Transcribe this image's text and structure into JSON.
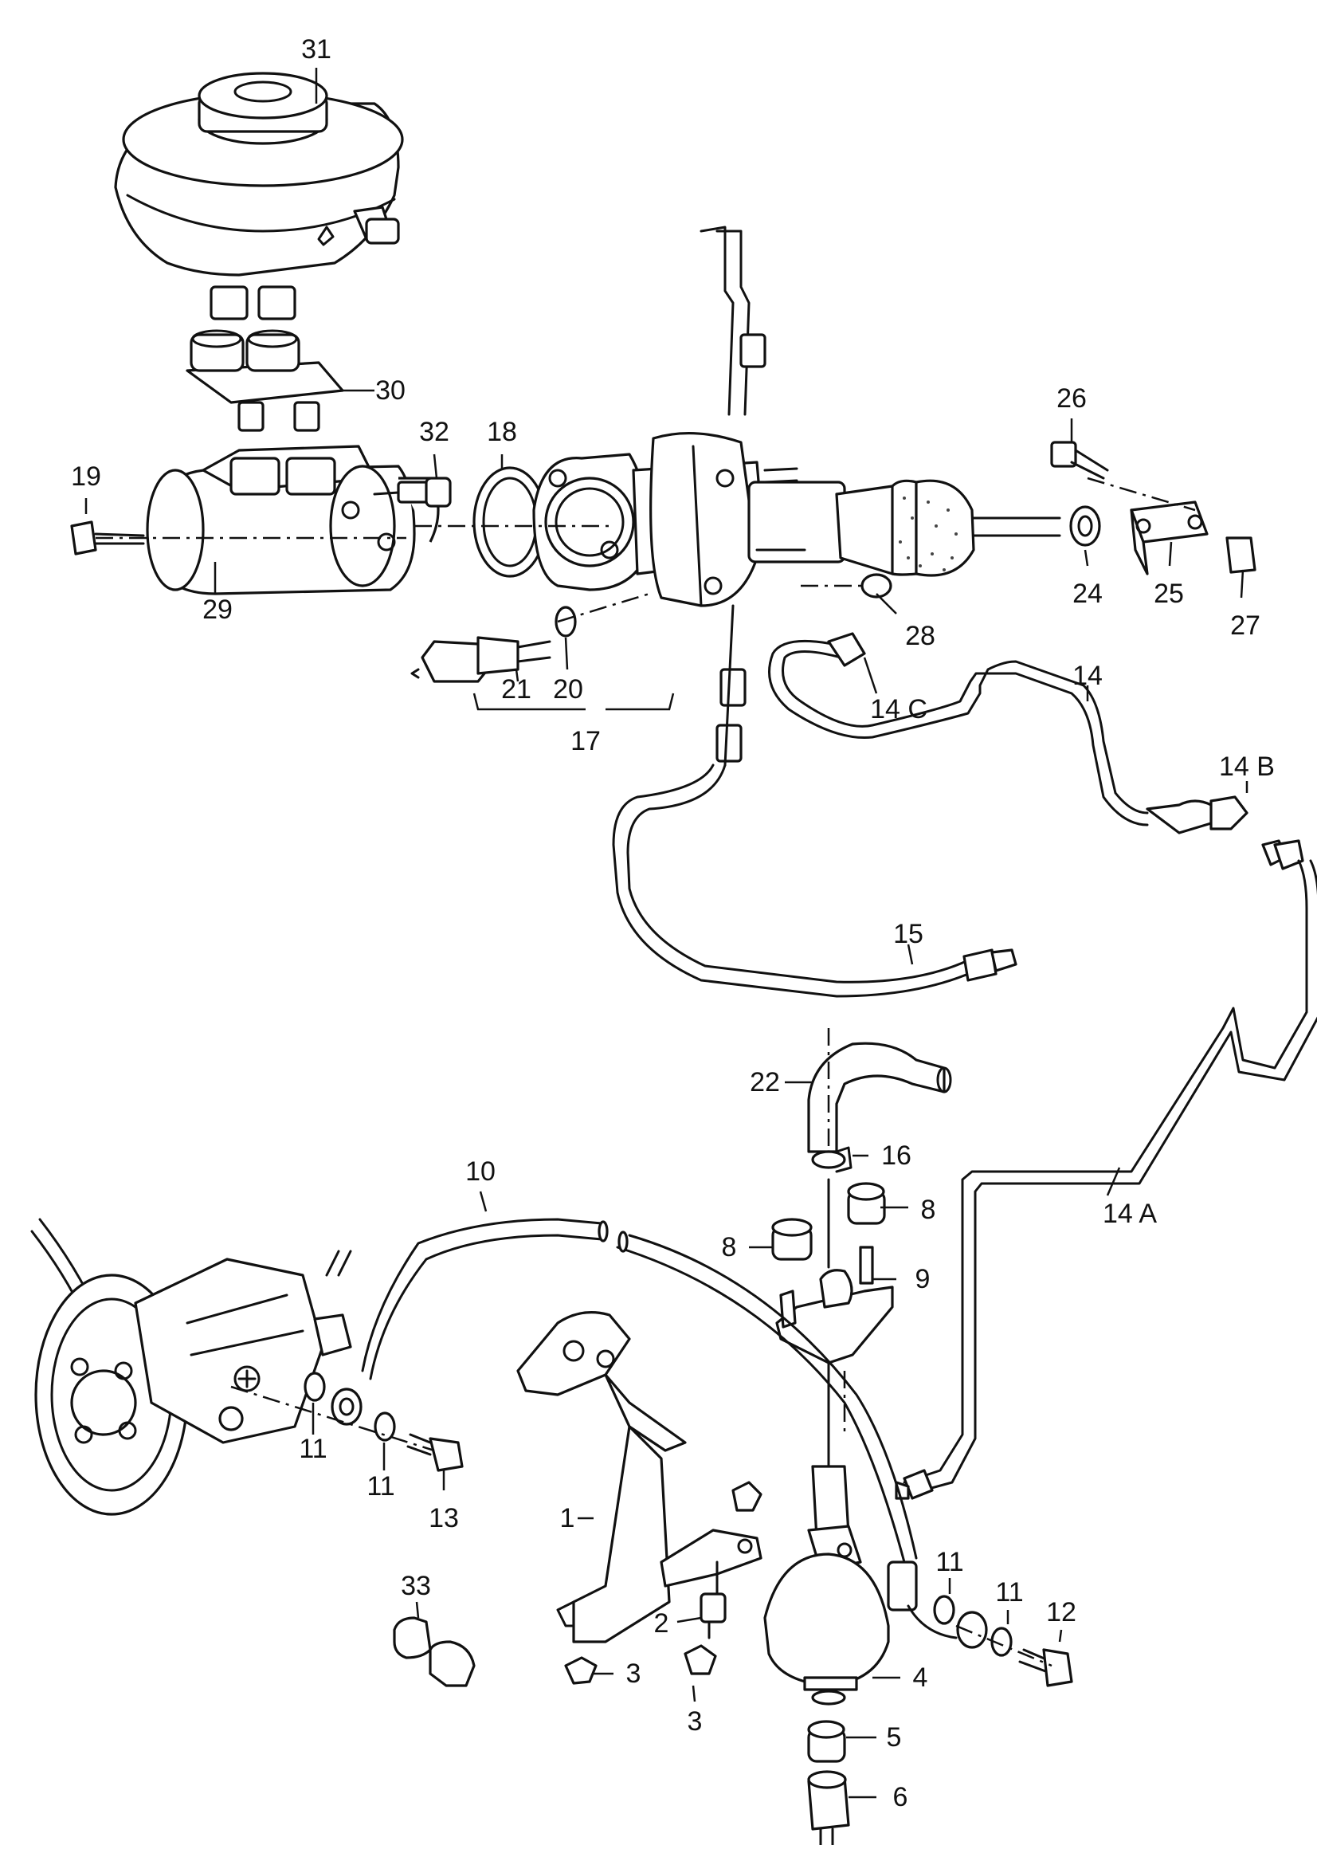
{
  "labels": {
    "l31": "31",
    "l30": "30",
    "l32": "32",
    "l18": "18",
    "l19": "19",
    "l29": "29",
    "l26": "26",
    "l24": "24",
    "l25": "25",
    "l27": "27",
    "l28": "28",
    "l21": "21",
    "l20": "20",
    "l17": "17",
    "l14": "14",
    "l14c": "14 C",
    "l14b": "14 B",
    "l15": "15",
    "l22": "22",
    "l16": "16",
    "l8a": "8",
    "l8b": "8",
    "l9": "9",
    "l10": "10",
    "l14a": "14 A",
    "l11a": "11",
    "l11b": "11",
    "l13": "13",
    "l1": "1",
    "l2": "2",
    "l3a": "3",
    "l3b": "3",
    "l4": "4",
    "l5": "5",
    "l6": "6",
    "l11c": "11",
    "l11d": "11",
    "l12": "12",
    "l33": "33"
  },
  "colors": {
    "ink": "#111111",
    "paper": "#ffffff"
  }
}
